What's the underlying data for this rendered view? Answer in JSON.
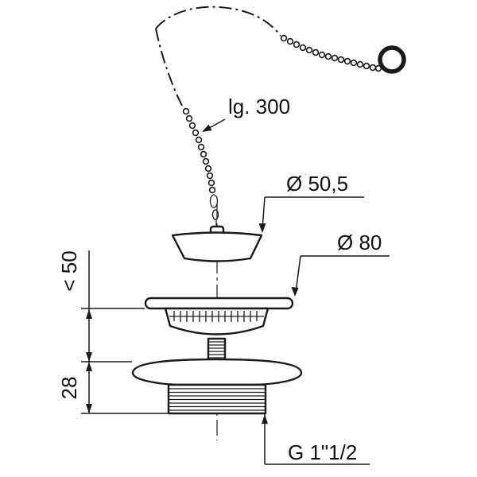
{
  "labels": {
    "chain_length": "lg. 300",
    "plug_diameter": "Ø 50,5",
    "flange_diameter": "Ø 80",
    "max_thickness": "< 50",
    "flange_height": "28",
    "thread_size": "G 1\"1/2"
  },
  "colors": {
    "line": "#1a1a1a",
    "background": "#ffffff"
  }
}
